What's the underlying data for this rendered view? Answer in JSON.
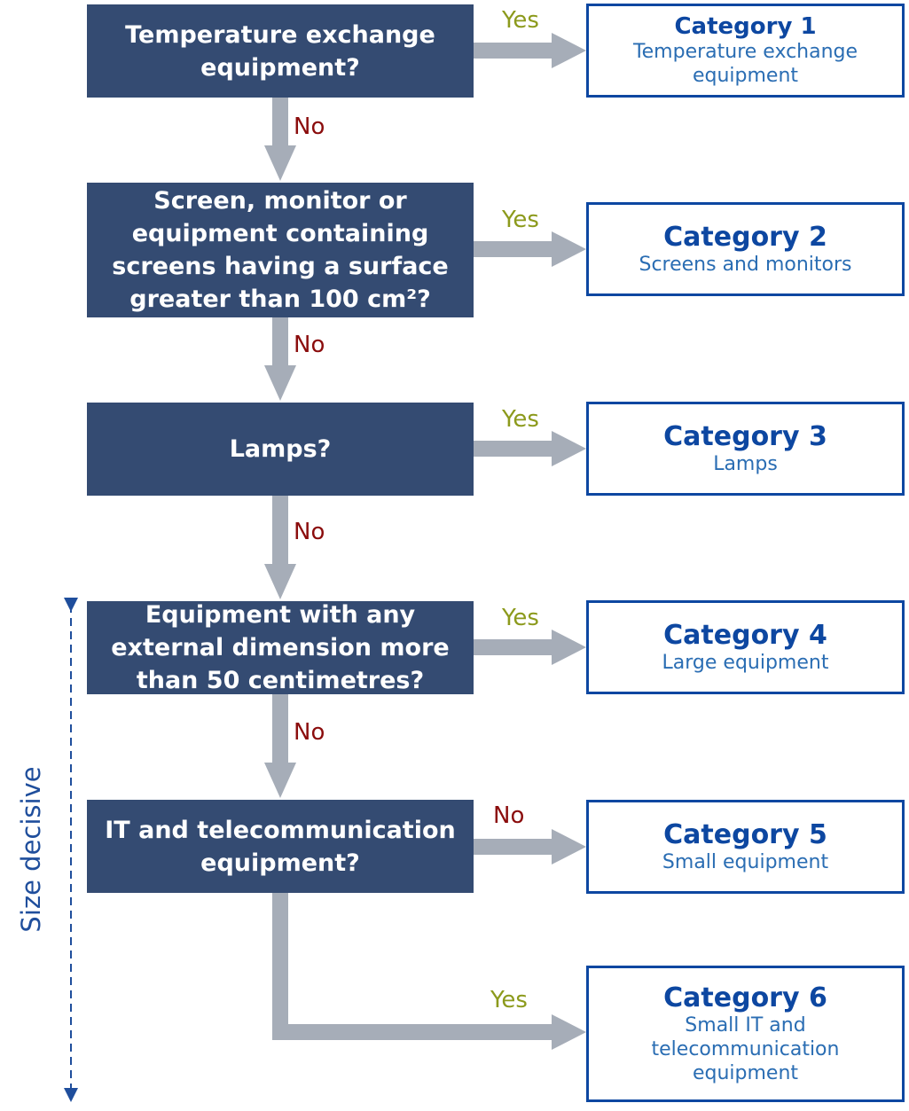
{
  "questions": [
    {
      "text": "Temperature exchange equipment?"
    },
    {
      "text": "Screen, monitor or equipment containing screens having a surface greater than 100 cm²?"
    },
    {
      "text": "Lamps?"
    },
    {
      "text": "Equipment with any external dimension more than 50 centimetres?"
    },
    {
      "text": "IT and telecommunication equipment?"
    }
  ],
  "categories": [
    {
      "title": "Category 1",
      "description": "Temperature exchange equipment"
    },
    {
      "title": "Category 2",
      "description": "Screens and monitors"
    },
    {
      "title": "Category 3",
      "description": "Lamps"
    },
    {
      "title": "Category 4",
      "description": "Large equipment"
    },
    {
      "title": "Category 5",
      "description": "Small equipment"
    },
    {
      "title": "Category 6",
      "description": "Small IT and telecommunication equipment"
    }
  ],
  "branch_labels": {
    "q1_to_c1": "Yes",
    "q1_to_q2": "No",
    "q2_to_c2": "Yes",
    "q2_to_q3": "No",
    "q3_to_c3": "Yes",
    "q3_to_q4": "No",
    "q4_to_c4": "Yes",
    "q4_to_q5": "No",
    "q5_to_c5": "No",
    "q5_to_c6": "Yes"
  },
  "side_label": "Size decisive",
  "colors": {
    "question_fill": "#344b72",
    "category_border": "#0d47a1",
    "category_title": "#0d47a1",
    "category_text": "#2a6db3",
    "connector": "#a6adb8",
    "yes_label": "#8c9a1c",
    "no_label": "#8b0d0d",
    "side_label": "#1f4e9c"
  }
}
